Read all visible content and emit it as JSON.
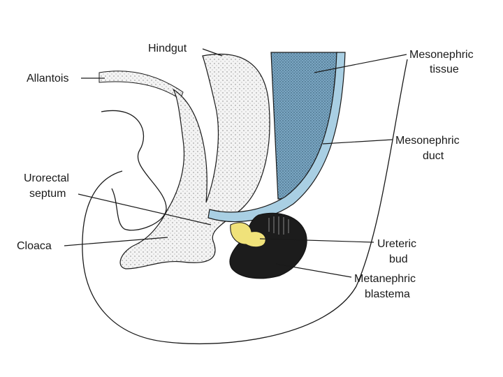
{
  "labels": {
    "hindgut": "Hindgut",
    "allantois": "Allantois",
    "mesonephric_tissue_1": "Mesonephric",
    "mesonephric_tissue_2": "tissue",
    "mesonephric_duct_1": "Mesonephric",
    "mesonephric_duct_2": "duct",
    "urorectal_septum_1": "Urorectal",
    "urorectal_septum_2": "septum",
    "cloaca": "Cloaca",
    "ureteric_bud_1": "Ureteric",
    "ureteric_bud_2": "bud",
    "metanephric_blastema_1": "Metanephric",
    "metanephric_blastema_2": "blastema"
  },
  "colors": {
    "duct_blue": "#a9cfe3",
    "tissue_blue": "#6f9fbc",
    "bud_yellow": "#f0e27a",
    "blastema_black": "#1c1c1c",
    "stipple_fill": "#f2f2f2",
    "line": "#1a1a1a"
  }
}
